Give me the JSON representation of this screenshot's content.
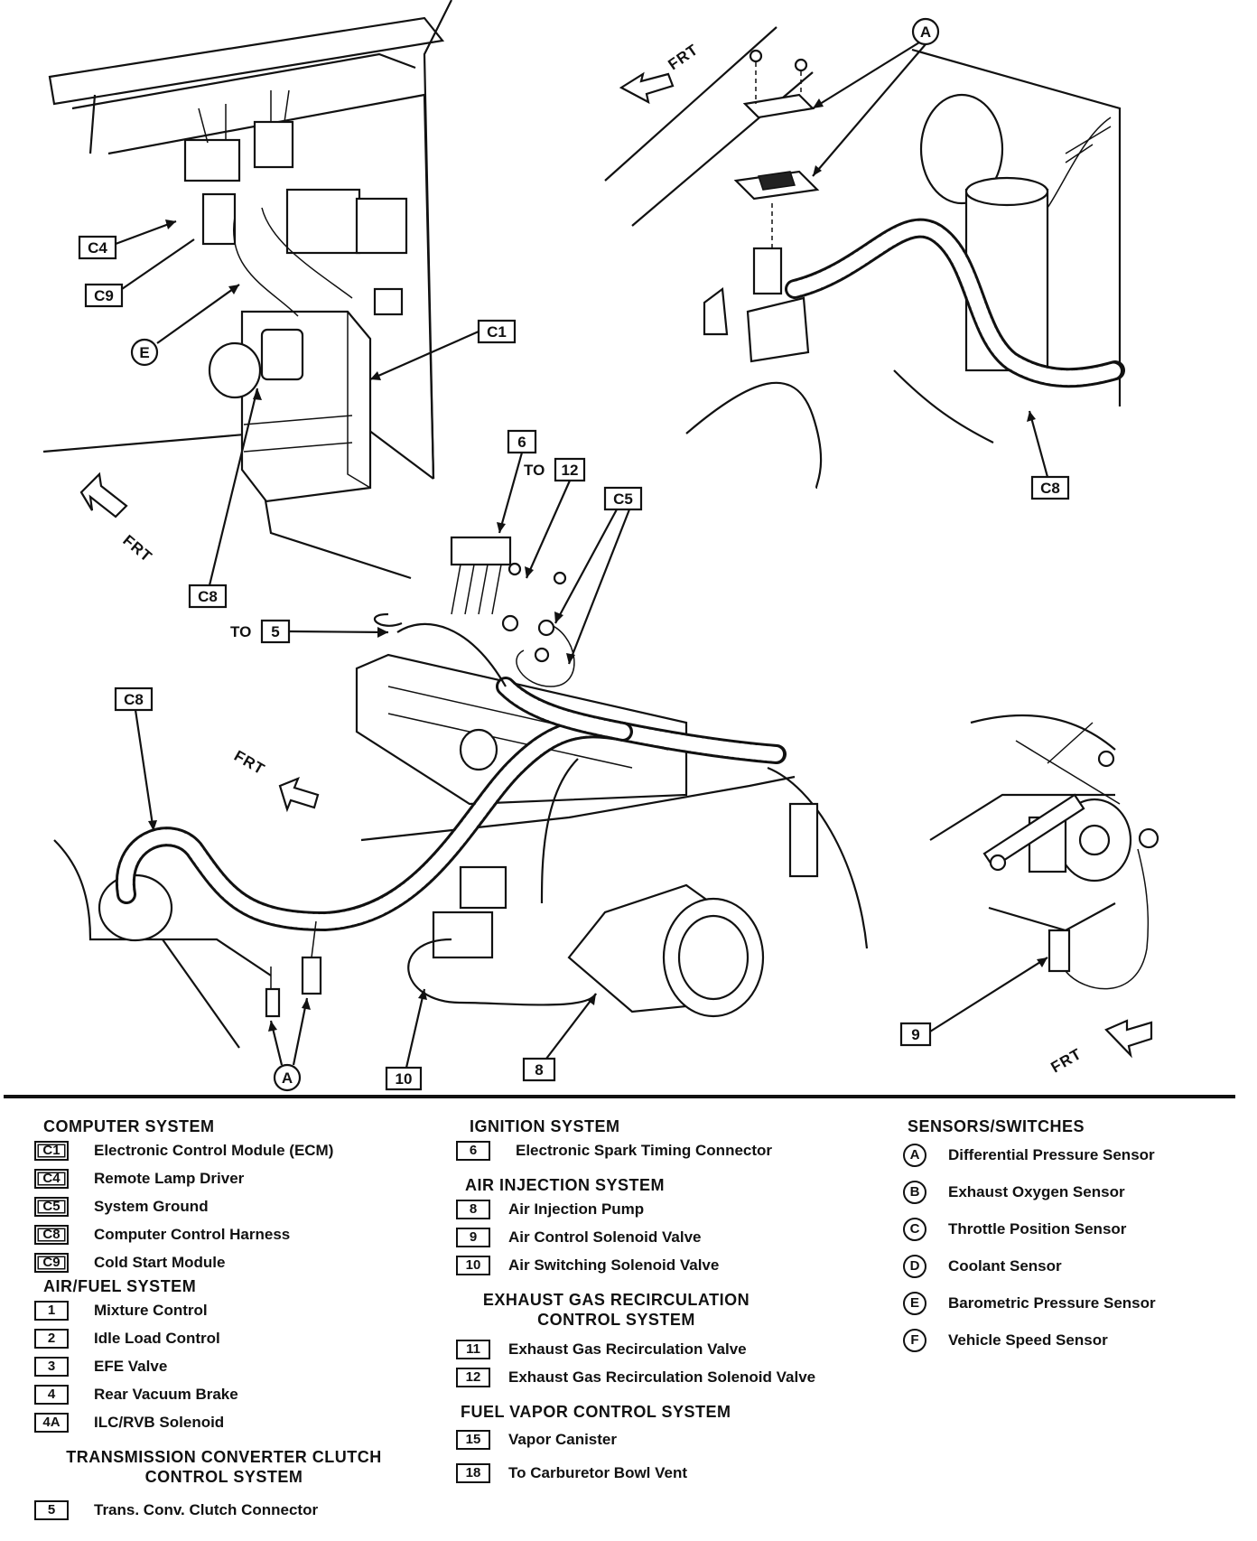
{
  "diagram": {
    "callouts": {
      "c4": "C4",
      "c9": "C9",
      "e": "E",
      "c1": "C1",
      "c8_ecm": "C8",
      "a_top": "A",
      "c8_top": "C8",
      "six": "6",
      "to12_prefix": "TO",
      "to12": "12",
      "c5": "C5",
      "to5_prefix": "TO",
      "to5": "5",
      "c8_left": "C8",
      "a_bottom": "A",
      "ten": "10",
      "eight": "8",
      "nine": "9"
    },
    "frt_labels": [
      "FRT",
      "FRT",
      "FRT",
      "FRT"
    ]
  },
  "legend": {
    "computer_system": {
      "heading": "COMPUTER SYSTEM",
      "items": [
        {
          "code": "C1",
          "label": "Electronic Control Module (ECM)"
        },
        {
          "code": "C4",
          "label": "Remote Lamp Driver"
        },
        {
          "code": "C5",
          "label": "System Ground"
        },
        {
          "code": "C8",
          "label": "Computer Control Harness"
        },
        {
          "code": "C9",
          "label": "Cold Start Module"
        }
      ]
    },
    "air_fuel_system": {
      "heading": "AIR/FUEL SYSTEM",
      "items": [
        {
          "code": "1",
          "label": "Mixture Control"
        },
        {
          "code": "2",
          "label": "Idle Load Control"
        },
        {
          "code": "3",
          "label": "EFE Valve"
        },
        {
          "code": "4",
          "label": "Rear Vacuum Brake"
        },
        {
          "code": "4A",
          "label": "ILC/RVB Solenoid"
        }
      ]
    },
    "transmission_system": {
      "heading_line1": "TRANSMISSION CONVERTER CLUTCH",
      "heading_line2": "CONTROL SYSTEM",
      "items": [
        {
          "code": "5",
          "label": "Trans. Conv. Clutch Connector"
        }
      ]
    },
    "ignition_system": {
      "heading": "IGNITION SYSTEM",
      "items": [
        {
          "code": "6",
          "label": "Electronic Spark Timing Connector"
        }
      ]
    },
    "air_injection_system": {
      "heading": "AIR INJECTION SYSTEM",
      "items": [
        {
          "code": "8",
          "label": "Air Injection Pump"
        },
        {
          "code": "9",
          "label": "Air Control Solenoid Valve"
        },
        {
          "code": "10",
          "label": "Air Switching Solenoid Valve"
        }
      ]
    },
    "egr_system": {
      "heading_line1": "EXHAUST GAS RECIRCULATION",
      "heading_line2": "CONTROL SYSTEM",
      "items": [
        {
          "code": "11",
          "label": "Exhaust Gas Recirculation Valve"
        },
        {
          "code": "12",
          "label": "Exhaust Gas Recirculation Solenoid Valve"
        }
      ]
    },
    "fuel_vapor_system": {
      "heading": "FUEL VAPOR CONTROL SYSTEM",
      "items": [
        {
          "code": "15",
          "label": "Vapor Canister"
        },
        {
          "code": "18",
          "label": "To Carburetor Bowl Vent"
        }
      ]
    },
    "sensors_switches": {
      "heading": "SENSORS/SWITCHES",
      "items": [
        {
          "code": "A",
          "label": "Differential Pressure Sensor"
        },
        {
          "code": "B",
          "label": "Exhaust Oxygen Sensor"
        },
        {
          "code": "C",
          "label": "Throttle Position Sensor"
        },
        {
          "code": "D",
          "label": "Coolant Sensor"
        },
        {
          "code": "E",
          "label": "Barometric Pressure Sensor"
        },
        {
          "code": "F",
          "label": "Vehicle Speed Sensor"
        }
      ]
    }
  }
}
